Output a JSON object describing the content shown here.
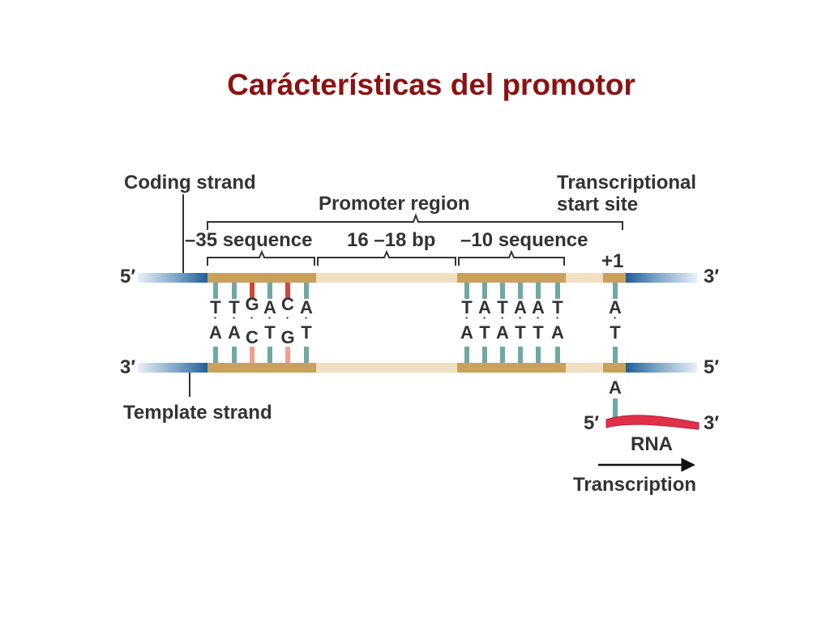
{
  "title": "Carácterísticas del promotor",
  "labels": {
    "coding_strand": "Coding strand",
    "template_strand": "Template strand",
    "promoter_region": "Promoter region",
    "tss_line1": "Transcriptional",
    "tss_line2": "start site",
    "minus35": "–35 sequence",
    "spacer": "16 –18 bp",
    "minus10": "–10 sequence",
    "plus1": "+1",
    "rna": "RNA",
    "transcription": "Transcription"
  },
  "ends": {
    "top_left": "5′",
    "top_right": "3′",
    "bottom_left": "3′",
    "bottom_right": "5′",
    "rna_left": "5′",
    "rna_right": "3′"
  },
  "minus35_pairs": [
    {
      "top": "T",
      "bottom": "A",
      "highlight": false
    },
    {
      "top": "T",
      "bottom": "A",
      "highlight": false
    },
    {
      "top": "G",
      "bottom": "C",
      "highlight": true
    },
    {
      "top": "A",
      "bottom": "T",
      "highlight": false
    },
    {
      "top": "C",
      "bottom": "G",
      "highlight": true
    },
    {
      "top": "A",
      "bottom": "T",
      "highlight": false
    }
  ],
  "minus10_pairs": [
    {
      "top": "T",
      "bottom": "A"
    },
    {
      "top": "A",
      "bottom": "T"
    },
    {
      "top": "T",
      "bottom": "A"
    },
    {
      "top": "A",
      "bottom": "T"
    },
    {
      "top": "A",
      "bottom": "T"
    },
    {
      "top": "T",
      "bottom": "A"
    }
  ],
  "start_pair": {
    "top": "A",
    "bottom": "T"
  },
  "rna_first_base": "A",
  "colors": {
    "title": "#8b1212",
    "strand_blue": "#1f5f9a",
    "strand_light": "#e8f0f6",
    "box_gold": "#c9a15a",
    "spacer_tan": "#f0dfc0",
    "rung_teal": "#6fa9a2",
    "rung_red": "#d0463a",
    "rna_red": "#e0304a",
    "text": "#333333"
  }
}
